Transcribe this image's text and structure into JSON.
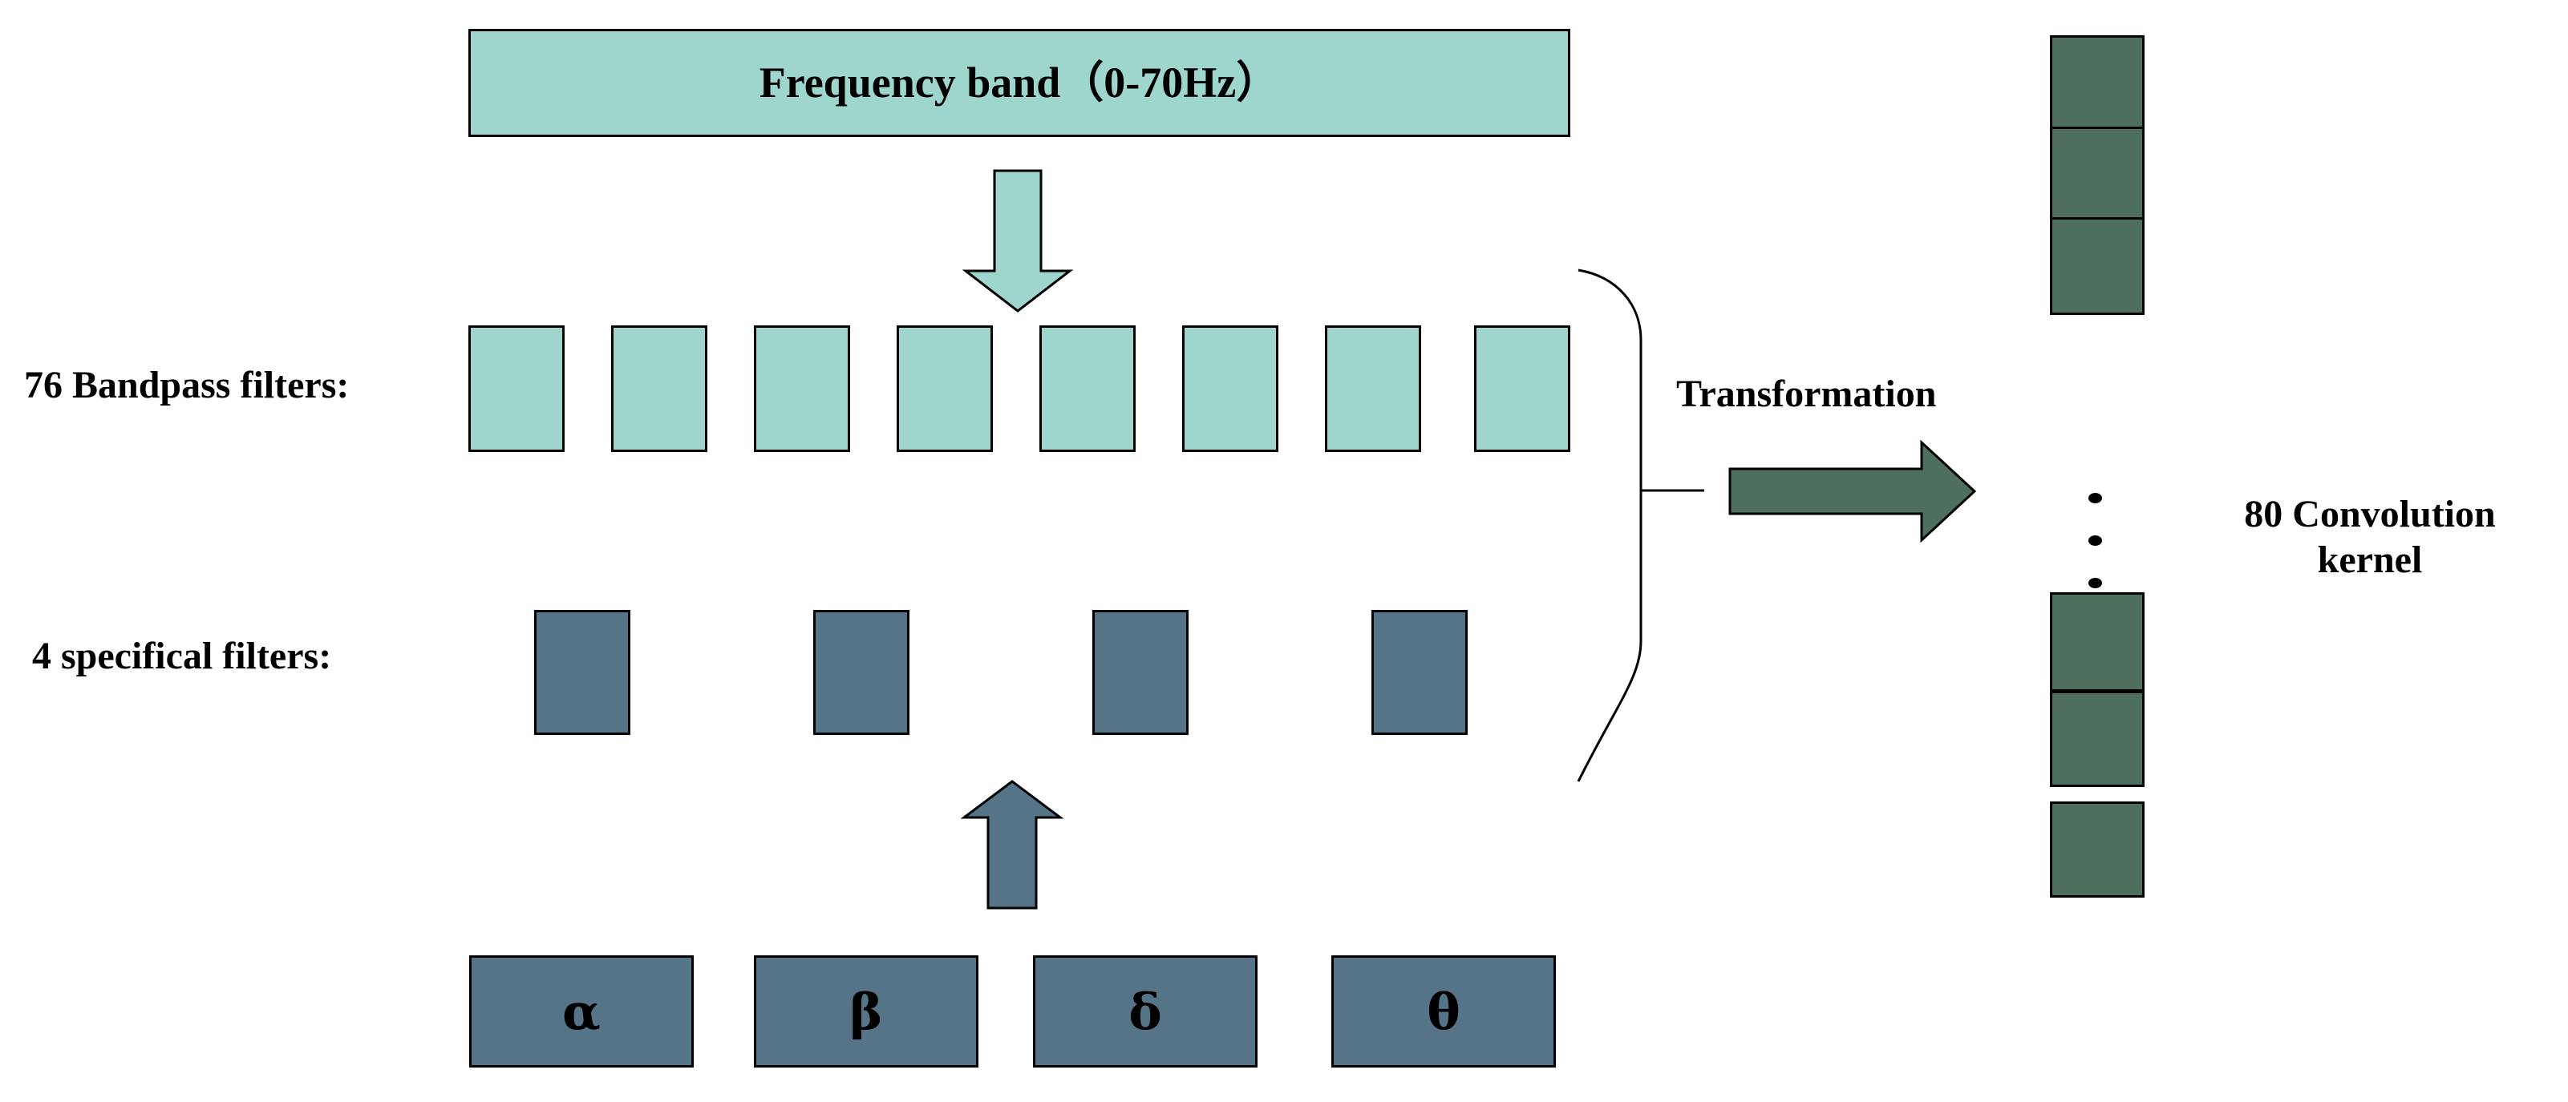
{
  "diagram": {
    "title_box": {
      "label": "Frequency band（0-70Hz）",
      "fill": "#9ed6cd"
    },
    "rows": {
      "bandpass": {
        "label": "76 Bandpass filters:",
        "count_shown": 8,
        "fill": "#9ed6cd"
      },
      "specifical": {
        "label": "4 specifical filters:",
        "count_shown": 4,
        "fill": "#557487"
      },
      "bands": {
        "fill": "#557487",
        "items": [
          {
            "symbol": "α",
            "name": "alpha"
          },
          {
            "symbol": "β",
            "name": "beta"
          },
          {
            "symbol": "δ",
            "name": "delta"
          },
          {
            "symbol": "θ",
            "name": "theta"
          }
        ]
      }
    },
    "transformation": {
      "label": "Transformation",
      "arrow_fill": "#4f6f5e"
    },
    "kernel_column": {
      "label": "80 Convolution kernel",
      "fill": "#4f6f5e",
      "boxes_above_ellipsis": 3,
      "boxes_below_ellipsis": 3,
      "ellipsis_dots": 3
    },
    "arrows": {
      "down_arrow_fill": "#9ed6cd",
      "up_arrow_fill": "#557487",
      "right_arrow_fill": "#4f6f5e"
    },
    "brace": {
      "stroke": "#000000",
      "orientation": "right-curly"
    },
    "colors": {
      "teal": "#9ed6cd",
      "slate_blue": "#557487",
      "dark_green": "#4f6f5e",
      "outline": "#000000",
      "background": "#ffffff"
    }
  }
}
